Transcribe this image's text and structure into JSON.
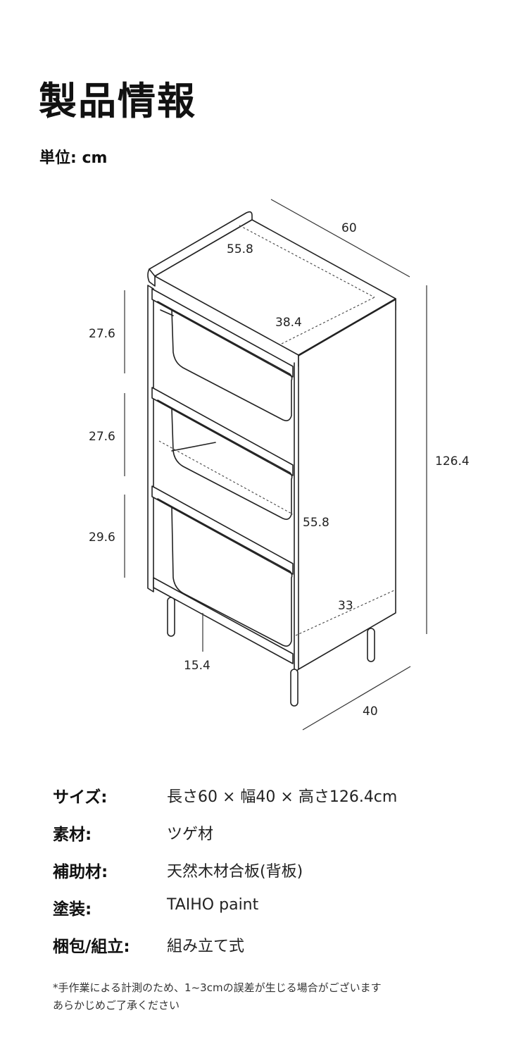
{
  "header": {
    "title": "製品情報",
    "unit": "単位: cm"
  },
  "dimensions": {
    "width": "60",
    "top_inner_width": "55.8",
    "top_inner_depth": "38.4",
    "shelf_1_height": "27.6",
    "shelf_2_height": "27.6",
    "shelf_3_height": "29.6",
    "total_height": "126.4",
    "inner_width_lower": "55.8",
    "inner_depth_lower": "33",
    "leg_height": "15.4",
    "depth": "40"
  },
  "specs": [
    {
      "label": "サイズ:",
      "value": "長さ60 × 幅40 × 高さ126.4cm"
    },
    {
      "label": "素材:",
      "value": "ツゲ材"
    },
    {
      "label": "補助材:",
      "value": "天然木材合板(背板)"
    },
    {
      "label": "塗装:",
      "value": "TAIHO paint"
    },
    {
      "label": "梱包/組立:",
      "value": "組み立て式"
    }
  ],
  "footnote": {
    "line1": "*手作業による計測のため、1~3cmの誤差が生じる場合がございます",
    "line2": "あらかじめご了承ください"
  },
  "colors": {
    "text": "#1a1a1a",
    "line": "#222222",
    "background": "#ffffff"
  }
}
